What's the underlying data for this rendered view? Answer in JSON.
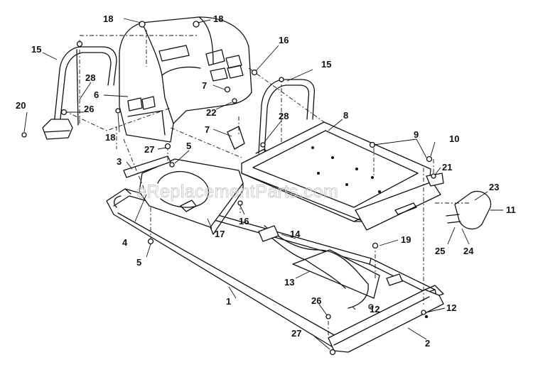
{
  "watermark": "eReplacementParts.com",
  "callouts": {
    "c1": "1",
    "c2": "2",
    "c3": "3",
    "c4": "4",
    "c5a": "5",
    "c5b": "5",
    "c6": "6",
    "c7a": "7",
    "c7b": "7",
    "c8": "8",
    "c9": "9",
    "c10": "10",
    "c11": "11",
    "c12a": "12",
    "c12b": "12",
    "c13": "13",
    "c14": "14",
    "c15a": "15",
    "c15b": "15",
    "c16a": "16",
    "c16b": "16",
    "c17": "17",
    "c18a": "18",
    "c18b": "18",
    "c18c": "18",
    "c19": "19",
    "c20": "20",
    "c21": "21",
    "c22": "22",
    "c23": "23",
    "c24": "24",
    "c25": "25",
    "c26a": "26",
    "c26b": "26",
    "c27a": "27",
    "c27b": "27",
    "c28a": "28",
    "c28b": "28"
  }
}
